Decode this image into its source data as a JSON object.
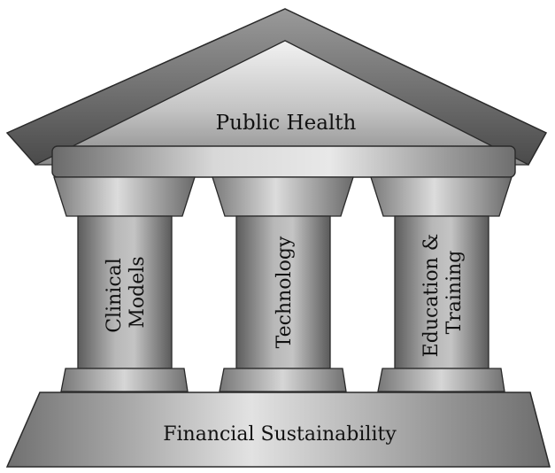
{
  "roof": {
    "label": "Public Health"
  },
  "pillars": [
    {
      "line1": "Clinical",
      "line2": "Models"
    },
    {
      "line1": "Technology",
      "line2": ""
    },
    {
      "line1": "Education &",
      "line2": "Training"
    }
  ],
  "base": {
    "label": "Financial Sustainability"
  },
  "colors": {
    "stone_light": "#e6e6e6",
    "stone_mid": "#9a9a9a",
    "stone_dark": "#3c3c3c",
    "outline": "#2a2a2a",
    "text": "#111111"
  }
}
